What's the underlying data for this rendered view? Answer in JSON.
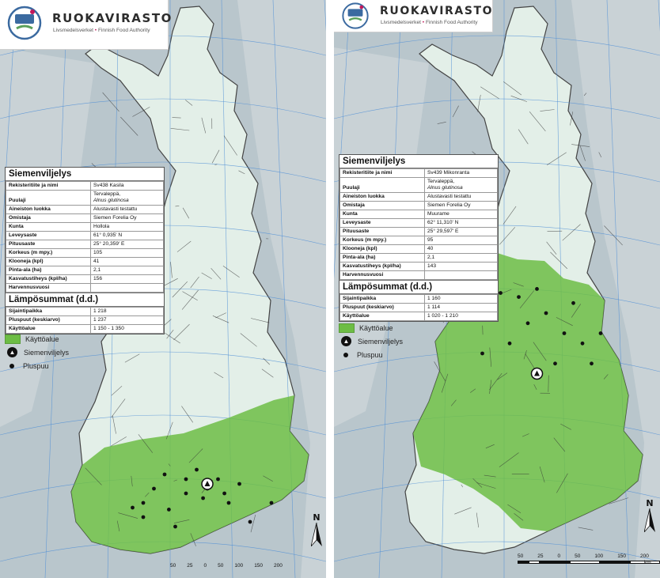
{
  "colors": {
    "sea": "#b9c6cc",
    "land": "#e3efe8",
    "usage_area": "#6dbd45",
    "border": "#333333",
    "grid": "#4f8fd6",
    "accent_dot": "#c2185b"
  },
  "logo": {
    "name": "RUOKAVIRASTO",
    "subtitle_fi": "Livsmedelsverket",
    "separator": "•",
    "subtitle_en": "Finnish Food Authority"
  },
  "legend": {
    "usage_area": "Käyttöalue",
    "seed_orchard": "Siemenviljelys",
    "plus_tree": "Pluspuu",
    "icons": [
      "usage-area-swatch",
      "seed-orchard-icon",
      "plus-tree-icon"
    ]
  },
  "maps": [
    {
      "info_title": "Siemenviljelys",
      "rows": [
        {
          "k": "Rekisteritiite ja nimi",
          "v": "Sv438 Kasila"
        },
        {
          "k": "Puulaji",
          "v": "Tervaleppä,",
          "v2": "Alnus glutinosa"
        },
        {
          "k": "Aineiston luokka",
          "v": "Alustavasti testattu"
        },
        {
          "k": "Omistaja",
          "v": "Siemen Forelia Oy"
        },
        {
          "k": "Kunta",
          "v": "Hollola"
        },
        {
          "k": "Leveysaste",
          "v": "61° 0,935' N"
        },
        {
          "k": "Pituusaste",
          "v": "25° 20,359' E"
        },
        {
          "k": "Korkeus (m mpy.)",
          "v": "105"
        },
        {
          "k": "Klooneja (kpl)",
          "v": "41"
        },
        {
          "k": "Pinta-ala (ha)",
          "v": "2,1"
        },
        {
          "k": "Kasvatustiheys (kpl/ha)",
          "v": "156"
        },
        {
          "k": "Harvennusvuosi",
          "v": ""
        }
      ],
      "temp_title": "Lämpösummat (d.d.)",
      "temp_rows": [
        {
          "k": "Sijaintipaikka",
          "v": "1 218"
        },
        {
          "k": "Pluspuut (keskiarvo)",
          "v": "1 237"
        },
        {
          "k": "Käyttöalue",
          "v": "1 150 - 1 350"
        }
      ],
      "seed_orchard": [
        0.6,
        0.35
      ],
      "plus_trees": [
        [
          0.25,
          0.6
        ],
        [
          0.3,
          0.7
        ],
        [
          0.4,
          0.25
        ],
        [
          0.5,
          0.45
        ],
        [
          0.55,
          0.2
        ],
        [
          0.6,
          0.4
        ],
        [
          0.65,
          0.3
        ],
        [
          0.7,
          0.55
        ],
        [
          0.35,
          0.4
        ],
        [
          0.42,
          0.62
        ],
        [
          0.75,
          0.35
        ],
        [
          0.5,
          0.3
        ],
        [
          0.58,
          0.5
        ],
        [
          0.68,
          0.45
        ],
        [
          0.45,
          0.8
        ],
        [
          0.8,
          0.75
        ],
        [
          0.9,
          0.55
        ],
        [
          0.3,
          0.55
        ]
      ],
      "scale": {
        "ticks": [
          "50",
          "25",
          "0",
          "50",
          "100",
          "150",
          "200"
        ],
        "unit": ""
      },
      "north": "N"
    },
    {
      "info_title": "Siemenviljelys",
      "rows": [
        {
          "k": "Rekisteritiite ja nimi",
          "v": "Sv439 Mikonranta"
        },
        {
          "k": "Puulaji",
          "v": "Tervaleppä,",
          "v2": "Alnus glutinosa"
        },
        {
          "k": "Aineiston luokka",
          "v": "Alustavasti testattu"
        },
        {
          "k": "Omistaja",
          "v": "Siemen Forelia Oy"
        },
        {
          "k": "Kunta",
          "v": "Muurame"
        },
        {
          "k": "Leveysaste",
          "v": "62° 11,310' N"
        },
        {
          "k": "Pituusaste",
          "v": "25° 29,597' E"
        },
        {
          "k": "Korkeus (m mpy.)",
          "v": "95"
        },
        {
          "k": "Klooneja (kpl)",
          "v": "40"
        },
        {
          "k": "Pinta-ala (ha)",
          "v": "2,1"
        },
        {
          "k": "Kasvatustiheys (kpl/ha)",
          "v": "143"
        },
        {
          "k": "Harvennusvuosi",
          "v": ""
        }
      ],
      "temp_title": "Lämpösummat (d.d.)",
      "temp_rows": [
        {
          "k": "Sijaintipaikka",
          "v": "1 160"
        },
        {
          "k": "Pluspuut (keskiarvo)",
          "v": "1 114"
        },
        {
          "k": "Käyttöalue",
          "v": "1 020 - 1 210"
        }
      ],
      "seed_orchard": [
        0.55,
        0.5
      ],
      "plus_trees": [
        [
          0.2,
          0.15
        ],
        [
          0.3,
          0.2
        ],
        [
          0.35,
          0.1
        ],
        [
          0.45,
          0.12
        ],
        [
          0.5,
          0.25
        ],
        [
          0.6,
          0.2
        ],
        [
          0.7,
          0.3
        ],
        [
          0.75,
          0.15
        ],
        [
          0.8,
          0.35
        ],
        [
          0.25,
          0.4
        ],
        [
          0.4,
          0.35
        ],
        [
          0.65,
          0.45
        ],
        [
          0.85,
          0.45
        ],
        [
          0.9,
          0.3
        ],
        [
          0.55,
          0.08
        ]
      ],
      "scale": {
        "ticks": [
          "50",
          "25",
          "0",
          "50",
          "100",
          "150",
          "200"
        ],
        "unit": "km"
      },
      "north": "N"
    }
  ]
}
